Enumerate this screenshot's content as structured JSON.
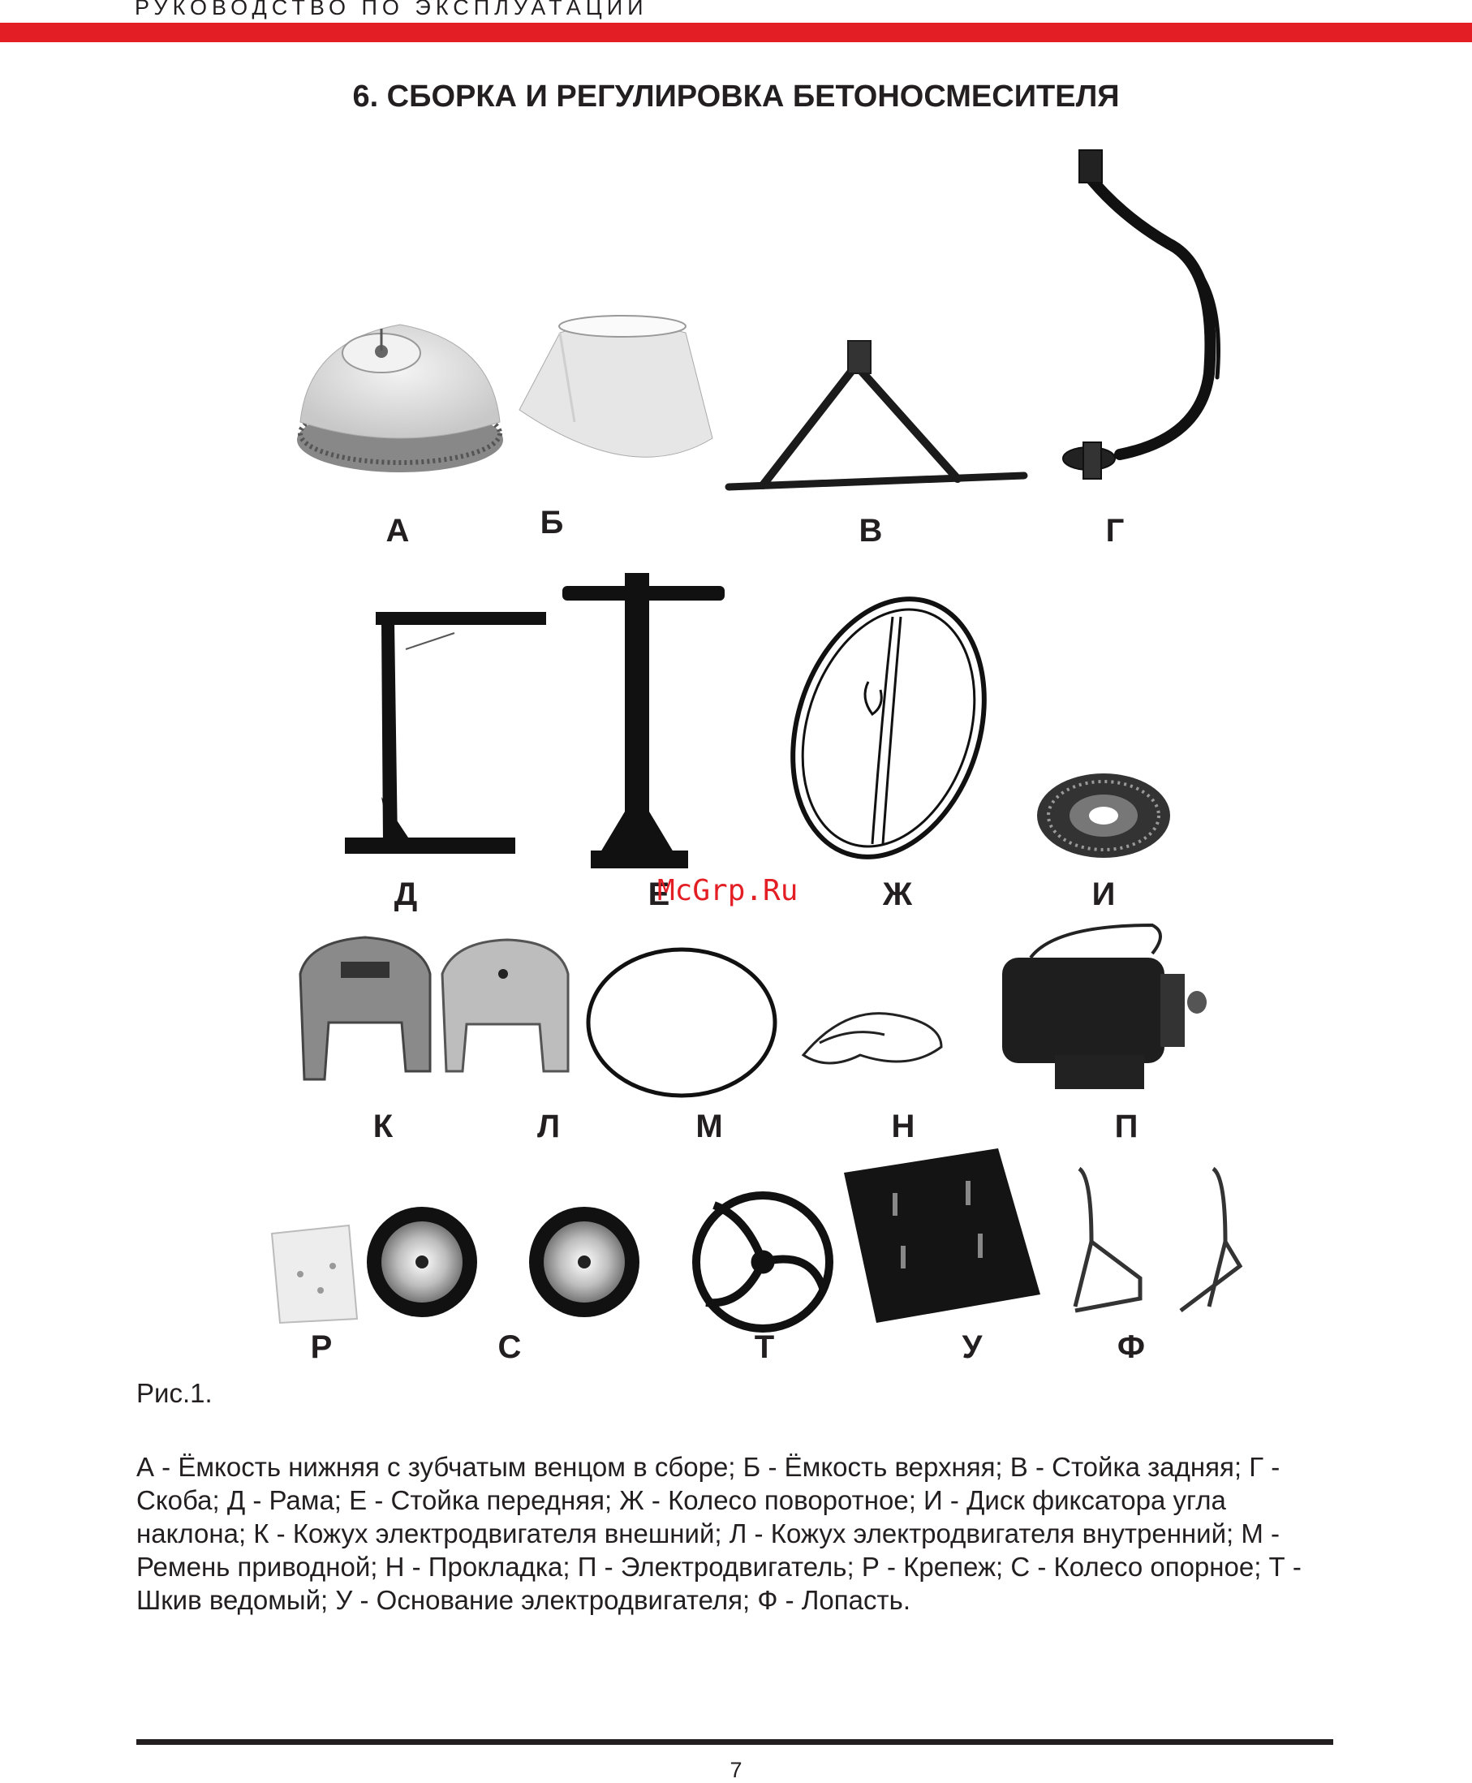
{
  "header": {
    "title": "РУКОВОДСТВО ПО ЭКСПЛУАТАЦИИ",
    "accent_color": "#e31e24"
  },
  "section": {
    "title": "6. СБОРКА И РЕГУЛИРОВКА БЕТОНОСМЕСИТЕЛЯ"
  },
  "figure": {
    "labels": [
      "А",
      "Б",
      "В",
      "Г",
      "Д",
      "Е",
      "Ж",
      "И",
      "К",
      "Л",
      "М",
      "Н",
      "П",
      "Р",
      "С",
      "Т",
      "У",
      "Ф"
    ],
    "caption": "Рис.1."
  },
  "watermark": "McGrp.Ru",
  "legend": "А - Ёмкость нижняя с зубчатым венцом в сборе; Б - Ёмкость верхняя; В - Стойка задняя; Г - Скоба; Д - Рама; Е - Стойка передняя; Ж - Колесо поворотное; И - Диск фиксатора угла наклона; К - Кожух электродвигателя внешний; Л - Кожух электродвигателя внутренний; М - Ремень приводной; Н - Прокладка; П - Электродвигатель; Р - Крепеж; С - Колесо опорное; Т - Шкив ведомый; У - Основание электродвигателя; Ф - Лопасть.",
  "page_number": "7"
}
